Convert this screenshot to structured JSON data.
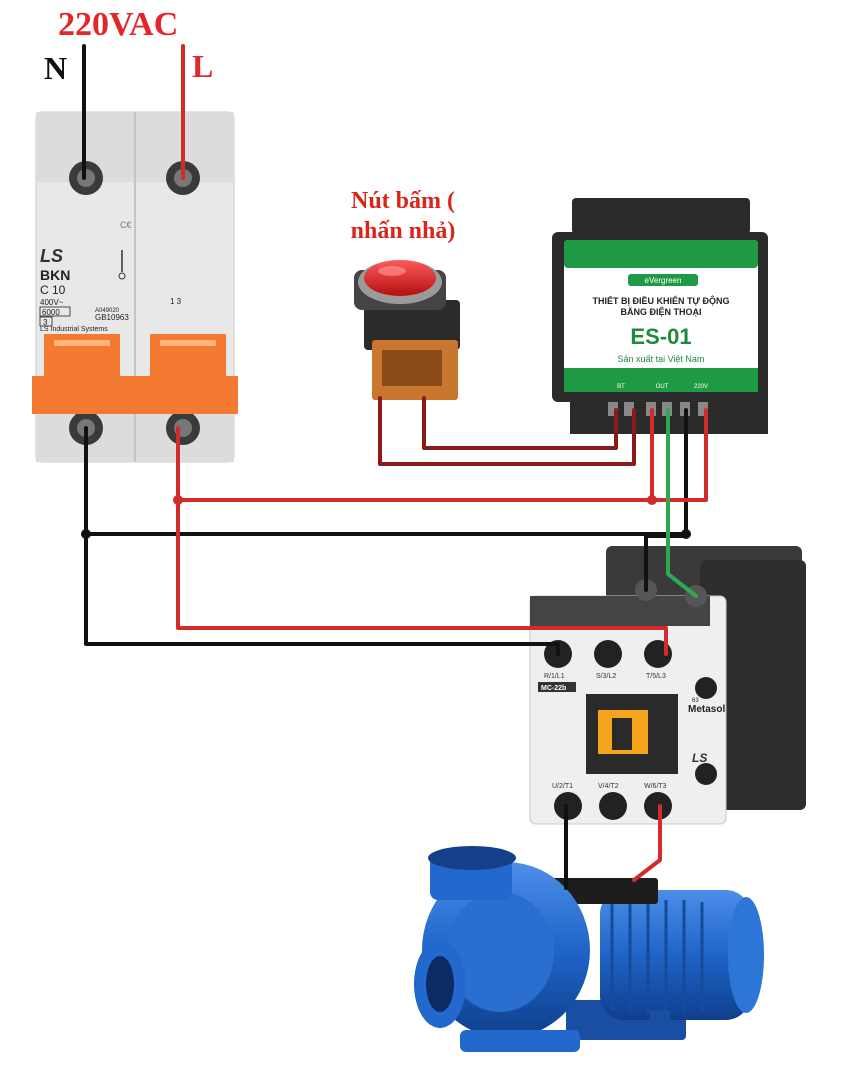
{
  "supply": {
    "title": "220VAC",
    "neutral": "N",
    "line": "L"
  },
  "button": {
    "label_line1": "Nút bấm (",
    "label_line2": "nhấn nhả)"
  },
  "breaker": {
    "brand": "LS",
    "model": "BKN",
    "rating": "C 10",
    "voltage": "400V~",
    "capacity": "6000",
    "class": "3",
    "cert": "A049020",
    "standard": "GB10963",
    "maker": "LS Industrial Systems",
    "ce": "C€",
    "poles": "1  3"
  },
  "controller": {
    "brand": "eVergreen",
    "title_line1": "THIẾT BỊ ĐIỀU KHIỂN TỰ ĐỘNG",
    "title_line2": "BẰNG ĐIỆN THOẠI",
    "model": "ES-01",
    "made_in": "Sản xuất tại Việt Nam",
    "term_bt": "BT",
    "term_out": "OUT",
    "term_220": "220V"
  },
  "contactor": {
    "model": "MC-22b",
    "brand": "Metasol",
    "logo": "LS",
    "t_top1": "R/1/L1",
    "t_top2": "S/3/L2",
    "t_top3": "T/5/L3",
    "t_bot1": "U/2/T1",
    "t_bot2": "V/4/T2",
    "t_bot3": "W/6/T3",
    "aux": "63"
  },
  "colors": {
    "live": "#d42a2a",
    "neutral": "#111111",
    "signal": "#2fa84f",
    "button_wire": "#8b1a1a",
    "breaker_handle": "#f47a32",
    "pump": "#1f64c8",
    "controller_green": "#1e9a45"
  }
}
